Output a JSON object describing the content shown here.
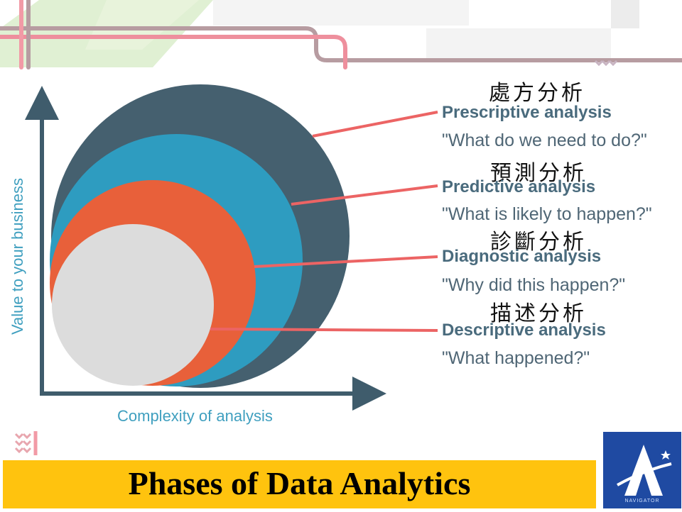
{
  "diagram": {
    "axes": {
      "y_label": "Value to your business",
      "x_label": "Complexity of analysis"
    },
    "phases": [
      {
        "cjk": "處方分析",
        "name": "Prescriptive analysis",
        "question": "\"What do we need to do?\"",
        "color": "#45606f"
      },
      {
        "cjk": "預測分析",
        "name": "Predictive analysis",
        "question": "\"What is likely to happen?\"",
        "color": "#2e9cc0"
      },
      {
        "cjk": "診斷分析",
        "name": "Diagnostic analysis",
        "question": "\"Why did this happen?\"",
        "color": "#e8603a"
      },
      {
        "cjk": "描述分析",
        "name": "Descriptive analysis",
        "question": "\"What happened?\"",
        "color": "#dcdcdc"
      }
    ],
    "connector_color": "#ec6464"
  },
  "footer": {
    "title": "Phases of Data Analytics",
    "logo_text": "NAVIGATOR",
    "bar_color": "#ffc30e",
    "logo_color": "#1f4aa2"
  }
}
